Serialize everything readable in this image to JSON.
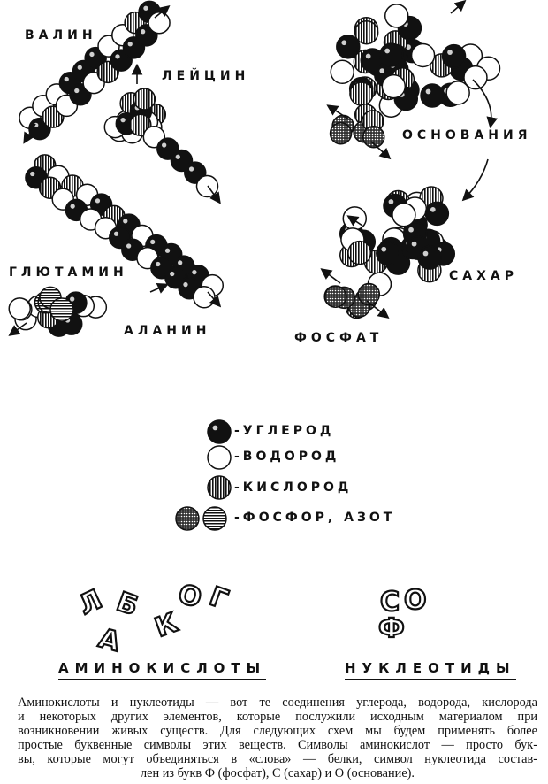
{
  "figure": {
    "molecule_labels": {
      "valine": "ВАЛИН",
      "leucine": "ЛЕЙЦИН",
      "glutamine": "ГЛЮТАМИН",
      "alanine": "АЛАНИН",
      "bases": "ОСНОВАНИЯ",
      "sugar": "САХАР",
      "phosphate": "ФОСФАТ"
    },
    "legend": [
      {
        "atom": "carbon",
        "label": "-УГЛЕРОД",
        "color": "#111111"
      },
      {
        "atom": "hydrogen",
        "label": "-ВОДОРОД",
        "color": "#ffffff"
      },
      {
        "atom": "oxygen",
        "label": "-КИСЛОРОД",
        "color": "striped-vertical"
      },
      {
        "atom": "phosphorus-nitrogen",
        "label": "-ФОСФОР, АЗОТ",
        "color": "dotted / striped-horizontal"
      }
    ],
    "amino_letters": [
      "Л",
      "А",
      "Б",
      "К",
      "О",
      "Г"
    ],
    "nucleotide_letters": [
      "С",
      "О",
      "Ф"
    ],
    "headings": {
      "amino_acids": "АМИНОКИСЛОТЫ",
      "nucleotides": "НУКЛЕОТИДЫ"
    }
  },
  "caption": [
    "Аминокислоты и нуклеотиды — вот те соединения углерода, водорода, кислорода",
    "и некоторых других элементов, которые послужили исходным материалом при",
    "возникновении живых существ. Для следующих схем мы будем применять более",
    "простые буквенные символы этих веществ. Символы аминокислот — просто бук-",
    "вы, которые могут объединяться в «слова» — белки, символ нуклеотида состав-",
    "лен из букв Ф (фосфат), С (сахар) и О (основание)."
  ]
}
